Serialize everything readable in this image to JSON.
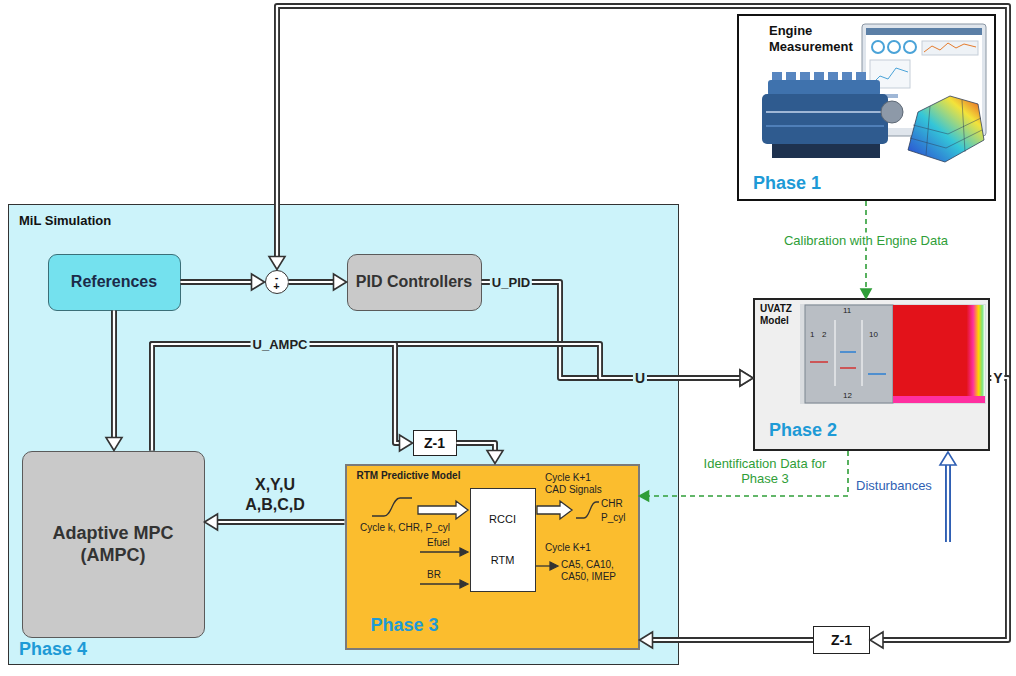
{
  "diagram": {
    "nodes": [
      {
        "text": [
          "MiL Simulation",
          "Phase 4"
        ]
      },
      {
        "text": [
          "References"
        ],
        "in": 0
      },
      {
        "text": [
          "-",
          "+"
        ],
        "in": 0
      },
      {
        "text": [
          "PID Controllers"
        ],
        "in": 0
      },
      {
        "text": [
          "Adaptive MPC (AMPC)"
        ],
        "in": 0
      },
      {
        "text": [
          "Z-1"
        ],
        "in": 0
      },
      {
        "text": [
          "RTM Predictive Model",
          "Phase 3"
        ],
        "in": 0
      },
      {
        "text": [
          "RCCI",
          "RTM"
        ],
        "in": 6
      },
      {
        "text": [
          "Engine Measurement",
          "Phase 1"
        ]
      },
      {
        "text": [
          "UVATZ Model",
          "Phase 2"
        ]
      },
      {
        "text": [
          "Z-1"
        ]
      }
    ],
    "edges": [
      {
        "from": 1,
        "to": 2,
        "arrow": "to"
      },
      {
        "from": 2,
        "to": 3,
        "arrow": "to"
      },
      {
        "from": 3,
        "to": 9,
        "label": "U_PID",
        "arrow": "to"
      },
      {
        "from": 4,
        "to": 9,
        "label": "U_AMPC",
        "arrow": "to"
      },
      {
        "from": 4,
        "to": 5,
        "arrow": "to"
      },
      {
        "from": 5,
        "to": 6,
        "arrow": "to"
      },
      {
        "from": 9,
        "to": 2,
        "label": "Y",
        "arrow": "to"
      },
      {
        "from": 9,
        "to": 10,
        "arrow": "to"
      },
      {
        "from": 10,
        "to": 6,
        "arrow": "to"
      },
      {
        "from": 6,
        "to": 4,
        "label": "X,Y,U A,B,C,D",
        "arrow": "to"
      },
      {
        "from": 1,
        "to": 4,
        "arrow": "to"
      },
      {
        "from": 8,
        "to": 9,
        "label": "Calibration with Engine Data",
        "arrow": "to"
      },
      {
        "from": 9,
        "to": 6,
        "label": "Identification Data for Phase 3",
        "arrow": "to"
      }
    ],
    "labels": [
      "U",
      "Cycle k, CHR, P_cyl",
      "Efuel",
      "BR",
      "Cycle K+1 CAD Signals",
      "CHR",
      "P_cyl",
      "Cycle K+1",
      "CA5, CA10, CA50, IMEP",
      "Disturbances",
      "1",
      "2",
      "11",
      "10",
      "12"
    ]
  }
}
